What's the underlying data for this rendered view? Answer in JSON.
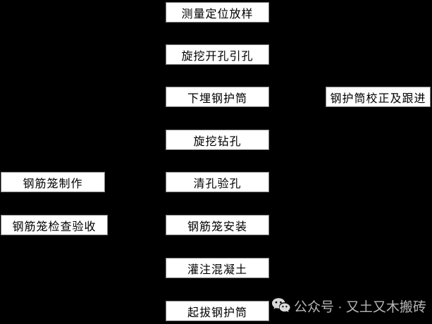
{
  "background_color": "#000000",
  "flowchart": {
    "box_fill": "#ffffff",
    "box_border": "#7f7f7f",
    "box_text_color": "#000000",
    "main_steps": [
      {
        "label": "测量定位放样"
      },
      {
        "label": "旋挖开孔引孔"
      },
      {
        "label": "下埋钢护筒"
      },
      {
        "label": "旋挖钻孔"
      },
      {
        "label": "清孔验孔"
      },
      {
        "label": "钢筋笼安装"
      },
      {
        "label": "灌注混凝土"
      },
      {
        "label": "起拔钢护筒"
      }
    ],
    "left_branch": [
      {
        "label": "钢筋笼制作"
      },
      {
        "label": "钢筋笼检查验收"
      }
    ],
    "right_branch": [
      {
        "label": "钢护筒校正及跟进"
      }
    ]
  },
  "watermark": {
    "icon": "wechat-icon",
    "text": "公众号 · 又土又木搬砖",
    "color": "#b5b5b5"
  }
}
